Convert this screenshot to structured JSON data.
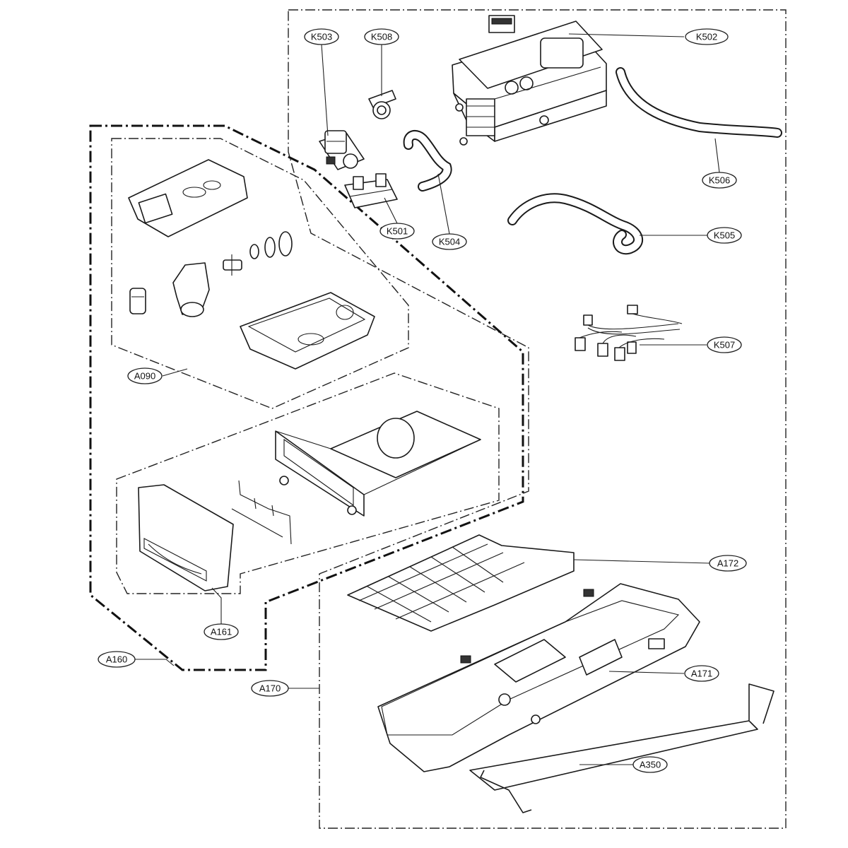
{
  "labels": {
    "k503": "K503",
    "k508": "K508",
    "k502": "K502",
    "k506": "K506",
    "k505": "K505",
    "k501": "K501",
    "k504": "K504",
    "k507": "K507",
    "a090": "A090",
    "a172": "A172",
    "a161": "A161",
    "a160": "A160",
    "a171": "A171",
    "a170": "A170",
    "a350": "A350"
  }
}
